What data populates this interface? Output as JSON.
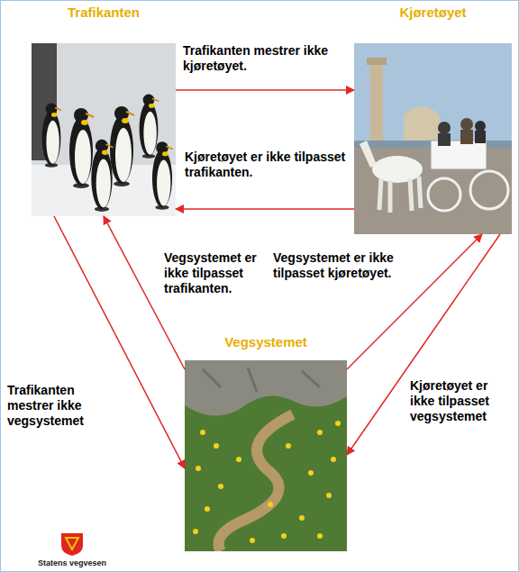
{
  "diagram": {
    "nodes": [
      {
        "text": [
          "Trafikanten"
        ]
      },
      {
        "text": [
          "Kjøretøyet"
        ]
      },
      {
        "text": [
          "Vegsystemet"
        ]
      }
    ],
    "edges": [
      {
        "from": 0,
        "to": 1,
        "label": "Trafikanten mestrer ikke kjøretøyet.",
        "arrow": "to"
      },
      {
        "from": 1,
        "to": 0,
        "label": "Kjøretøyet er ikke tilpasset trafikanten.",
        "arrow": "to"
      },
      {
        "from": 2,
        "to": 0,
        "label": "Vegsystemet er ikke tilpasset trafikanten.",
        "arrow": "to"
      },
      {
        "from": 2,
        "to": 1,
        "label": "Vegsystemet er ikke tilpasset kjøretøyet.",
        "arrow": "to"
      },
      {
        "from": 0,
        "to": 2,
        "label": "Trafikanten mestrer ikke vegsystemet",
        "arrow": "to"
      },
      {
        "from": 1,
        "to": 2,
        "label": "Kjøretøyet er ikke tilpasset vegsystemet",
        "arrow": "to"
      }
    ],
    "labels": [
      "Statens vegvesen"
    ]
  }
}
